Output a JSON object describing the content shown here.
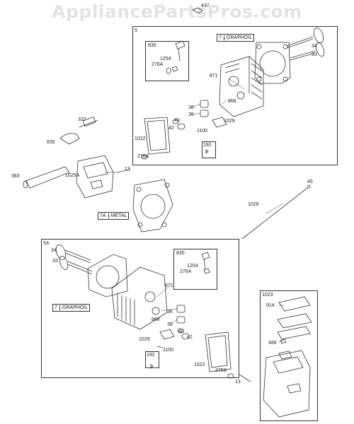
{
  "watermark": "AppliancePartsPros.com",
  "frames": {
    "top": "5",
    "bottom": "5A",
    "sub_830_top": "830",
    "sub_830_bot": "830",
    "sub_192_top": "192",
    "sub_192_bot": "192",
    "sub_1023": "1023"
  },
  "tags": {
    "graphoil_top_num": "7",
    "graphoil_top_text": "GRAPHOIL",
    "graphoil_bot_num": "7",
    "graphoil_bot_text": "GRAPHOIL",
    "metal_num": "7A",
    "metal_text": "METAL"
  },
  "labels": {
    "l437": "437",
    "t1254": "1254",
    "t276a_a": "276A",
    "t871": "871",
    "t34": "34",
    "t33": "33",
    "t868": "868",
    "t36": "36",
    "t35": "35",
    "t40": "40",
    "t42": "42",
    "t1029": "1029",
    "t1100": "1100",
    "t1022": "1022",
    "t276a_b": "276A",
    "l337": "337",
    "l635": "635",
    "l383": "383",
    "l1025a": "1025A",
    "l13a": "13",
    "l45": "45",
    "l1026": "1026",
    "b34": "34",
    "b33": "33",
    "b1254": "1254",
    "b276a_a": "276A",
    "b871": "871",
    "b868": "868",
    "b36": "36",
    "b35": "35",
    "b40": "40",
    "b42": "42",
    "b1029": "1029",
    "b1100": "1100",
    "b1022": "1022",
    "b276a_b": "276A",
    "b13": "13",
    "b914": "914",
    "b466": "466"
  }
}
